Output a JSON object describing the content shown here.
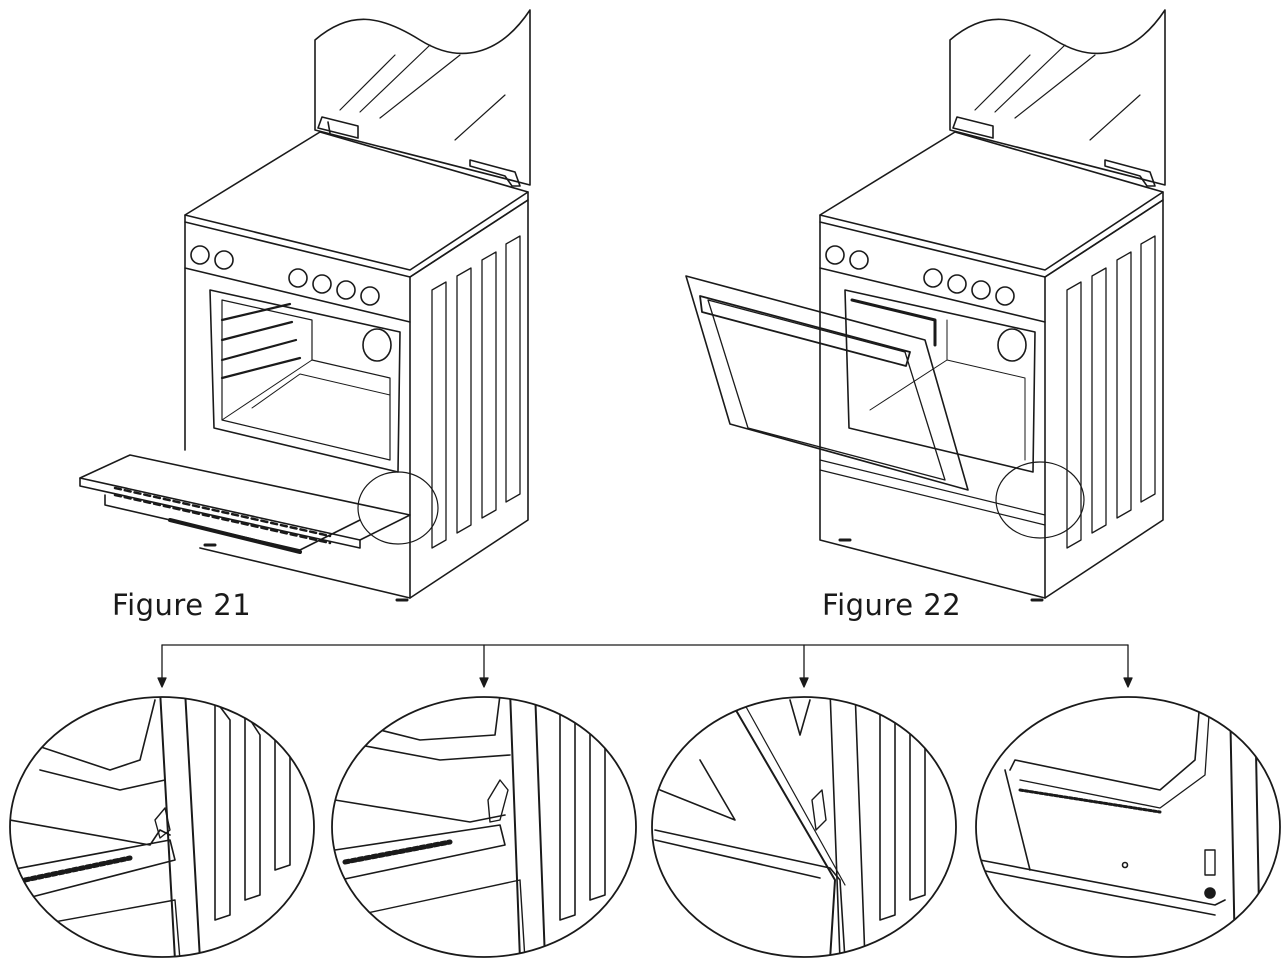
{
  "figures": [
    {
      "caption": "Figure 21",
      "subject": "oven-door-open"
    },
    {
      "caption": "Figure 22",
      "subject": "oven-door-removed"
    }
  ],
  "detail_views": [
    {
      "subject": "hinge-lever-closed"
    },
    {
      "subject": "hinge-lever-raised"
    },
    {
      "subject": "door-lifted-out"
    },
    {
      "subject": "hinge-slot-empty"
    }
  ],
  "colors": {
    "line": "#1a1a1a",
    "background": "#ffffff"
  }
}
